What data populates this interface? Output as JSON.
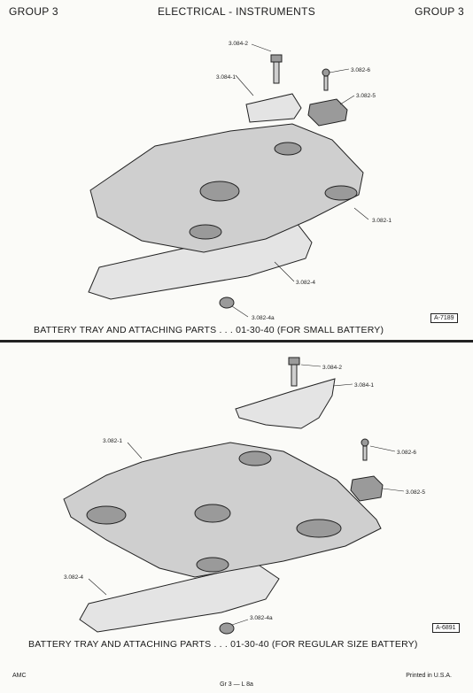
{
  "header": {
    "left": "GROUP 3",
    "center": "ELECTRICAL - INSTRUMENTS",
    "right": "GROUP 3"
  },
  "figures": [
    {
      "caption": "BATTERY TRAY AND ATTACHING PARTS . . . 01-30-40 (FOR SMALL BATTERY)",
      "figure_number": "A-7189",
      "callouts": [
        "3.084-2",
        "3.082-6",
        "3.084-1",
        "3.082-5",
        "3.082-1",
        "3.082-4",
        "3.082-4a"
      ]
    },
    {
      "caption": "BATTERY TRAY AND ATTACHING PARTS . . . 01-30-40 (FOR REGULAR SIZE BATTERY)",
      "figure_number": "A-6891",
      "callouts": [
        "3.084-2",
        "3.084-1",
        "3.082-1",
        "3.082-6",
        "3.082-5",
        "3.082-4",
        "3.082-4a"
      ]
    }
  ],
  "footer": {
    "left": "AMC",
    "center": "Gr 3 — L 8a",
    "right": "Printed in U.S.A."
  }
}
